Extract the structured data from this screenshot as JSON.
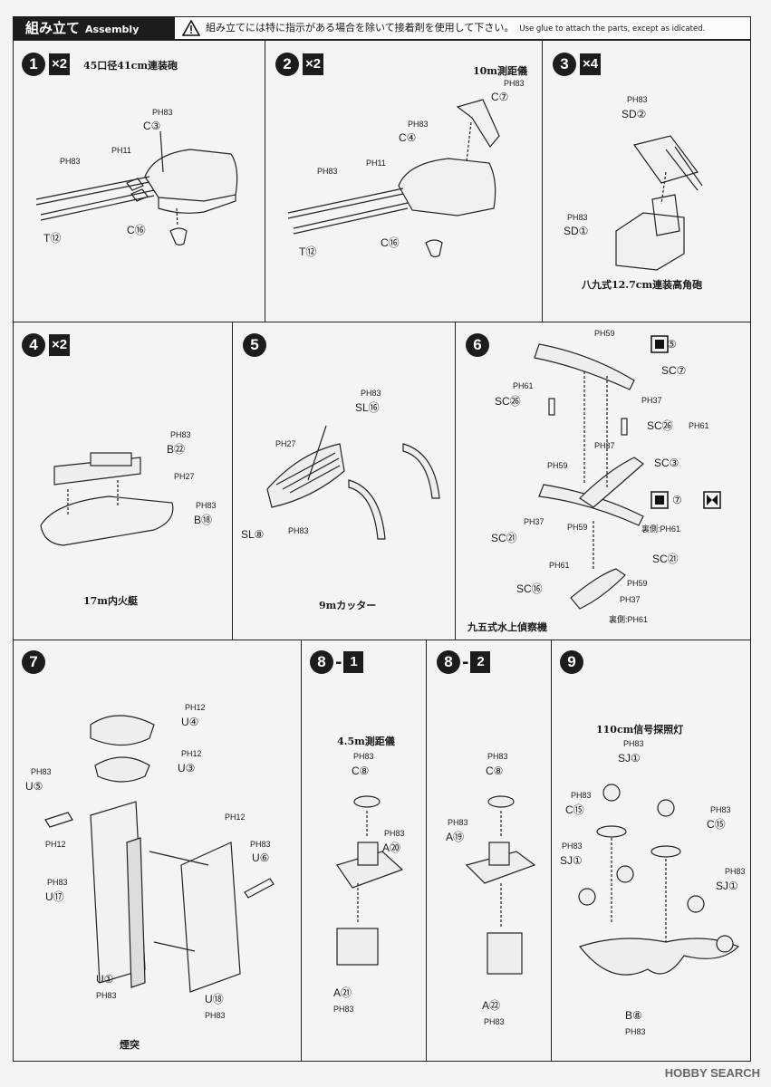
{
  "header": {
    "title_jp": "組み立て",
    "title_en": "Assembly",
    "notice_jp": "組み立てには特に指示がある場合を除いて接着剤を使用して下さい。",
    "notice_en": "Use glue to attach the parts, except as idicated."
  },
  "steps": [
    {
      "no": "1",
      "mult": "×2",
      "caption": "45口径41cm連装砲",
      "labels": {
        "ph83": "PH83",
        "c3": "C③",
        "ph11": "PH11",
        "ph83b": "PH83",
        "t12": "T⑫",
        "c16": "C⑯"
      }
    },
    {
      "no": "2",
      "mult": "×2",
      "caption": "10m測距儀",
      "labels": {
        "ph83a": "PH83",
        "c7": "C⑦",
        "ph83b": "PH83",
        "c4": "C④",
        "ph11": "PH11",
        "ph83c": "PH83",
        "t12": "T⑫",
        "c16": "C⑯"
      }
    },
    {
      "no": "3",
      "mult": "×4",
      "caption": "八九式12.7cm連装高角砲",
      "labels": {
        "ph83a": "PH83",
        "sd2": "SD②",
        "ph83b": "PH83",
        "sd1": "SD①"
      }
    },
    {
      "no": "4",
      "mult": "×2",
      "caption": "17m内火艇",
      "labels": {
        "ph83a": "PH83",
        "b22": "B㉒",
        "ph27": "PH27",
        "ph83b": "PH83",
        "b18": "B⑱"
      }
    },
    {
      "no": "5",
      "mult": "",
      "caption": "9mカッター",
      "labels": {
        "ph83a": "PH83",
        "sl16": "SL⑯",
        "ph27": "PH27",
        "sl8": "SL⑧",
        "ph83b": "PH83"
      }
    },
    {
      "no": "6",
      "mult": "",
      "caption": "九五式水上偵察機",
      "labels": {
        "ph59a": "PH59",
        "d5": "⑤",
        "sc7a": "SC⑦",
        "ph61a": "PH61",
        "sc26a": "SC㉖",
        "ph37a": "PH37",
        "sc26b": "SC㉖",
        "ph61b": "PH61",
        "ph37b": "PH37",
        "sc3": "SC③",
        "ph59b": "PH59",
        "d7": "⑦",
        "ph37c": "PH37",
        "ph59c": "PH59",
        "ura1": "裏側:PH61",
        "sc21a": "SC㉑",
        "ph61c": "PH61",
        "sc21b": "SC㉑",
        "ph59d": "PH59",
        "sc16": "SC⑯",
        "ph37d": "PH37",
        "ura2": "裏側:PH61"
      }
    },
    {
      "no": "7",
      "mult": "",
      "caption": "煙突",
      "labels": {
        "ph12a": "PH12",
        "u4": "U④",
        "ph12b": "PH12",
        "u3": "U③",
        "ph83a": "PH83",
        "u5": "U⑤",
        "ph12c": "PH12",
        "ph12d": "PH12",
        "ph83b": "PH83",
        "u6": "U⑥",
        "ph83c": "PH83",
        "u17": "U⑰",
        "u1": "U①",
        "ph83d": "PH83",
        "u18": "U⑱",
        "ph83e": "PH83"
      }
    },
    {
      "no": "8",
      "sub": "1",
      "caption": "4.5m測距儀",
      "labels": {
        "ph83a": "PH83",
        "c8": "C⑧",
        "ph83b": "PH83",
        "a20": "A⑳",
        "a21": "A㉑",
        "ph83c": "PH83"
      }
    },
    {
      "no": "8",
      "sub": "2",
      "caption": "",
      "labels": {
        "ph83a": "PH83",
        "c8": "C⑧",
        "ph83b": "PH83",
        "a19": "A⑲",
        "a22": "A㉒",
        "ph83c": "PH83"
      }
    },
    {
      "no": "9",
      "mult": "",
      "caption": "110cm信号探照灯",
      "labels": {
        "ph83a": "PH83",
        "sj1a": "SJ①",
        "ph83b": "PH83",
        "c15a": "C⑮",
        "ph83c": "PH83",
        "c15b": "C⑮",
        "ph83d": "PH83",
        "sj1b": "SJ①",
        "ph83e": "PH83",
        "sj1c": "SJ①",
        "b8": "B⑧",
        "ph83f": "PH83"
      }
    }
  ],
  "watermark": "HOBBY SEARCH"
}
